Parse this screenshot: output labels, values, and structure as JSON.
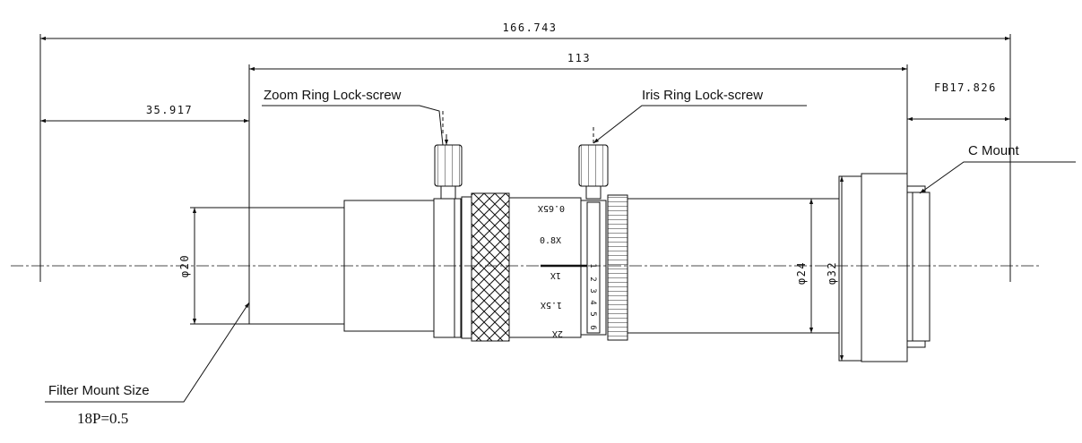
{
  "dimensions": {
    "overall_length": "166.743",
    "body_length": "113",
    "front_offset": "35.917",
    "flange_back": "FB17.826"
  },
  "diameters": {
    "filter": "φ20",
    "body": "φ24",
    "mount": "φ32"
  },
  "callouts": {
    "zoom_lock": "Zoom Ring Lock-screw",
    "iris_lock": "Iris Ring Lock-screw",
    "c_mount": "C Mount",
    "filter_mount": "Filter Mount Size",
    "filter_thread": "18P=0.5"
  },
  "zoom_scale": [
    "0.65X",
    "0.8X",
    "1X",
    "1.5X",
    "2X"
  ],
  "iris_scale": [
    "1",
    "2",
    "3",
    "4",
    "5",
    "6"
  ]
}
